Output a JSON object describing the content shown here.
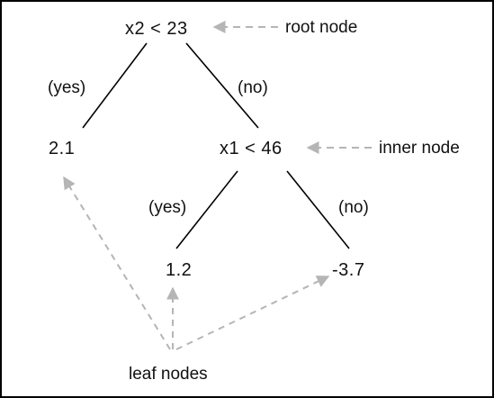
{
  "tree": {
    "root": {
      "feature": "x2",
      "op": "<",
      "threshold": "23",
      "text": "x2 < 23"
    },
    "root_yes_label": "(yes)",
    "root_no_label": "(no)",
    "left_leaf": {
      "value": "2.1"
    },
    "inner": {
      "feature": "x1",
      "op": "<",
      "threshold": "46",
      "text": "x1 < 46"
    },
    "inner_yes_label": "(yes)",
    "inner_no_label": "(no)",
    "inner_left_leaf": {
      "value": "1.2"
    },
    "inner_right_leaf": {
      "value": "-3.7"
    }
  },
  "annotations": {
    "root_node": "root node",
    "inner_node": "inner node",
    "leaf_nodes": "leaf nodes"
  },
  "colors": {
    "edge": "#000000",
    "annotation_arrow": "#b5b5b5",
    "text": "#111111",
    "border": "#000000"
  }
}
